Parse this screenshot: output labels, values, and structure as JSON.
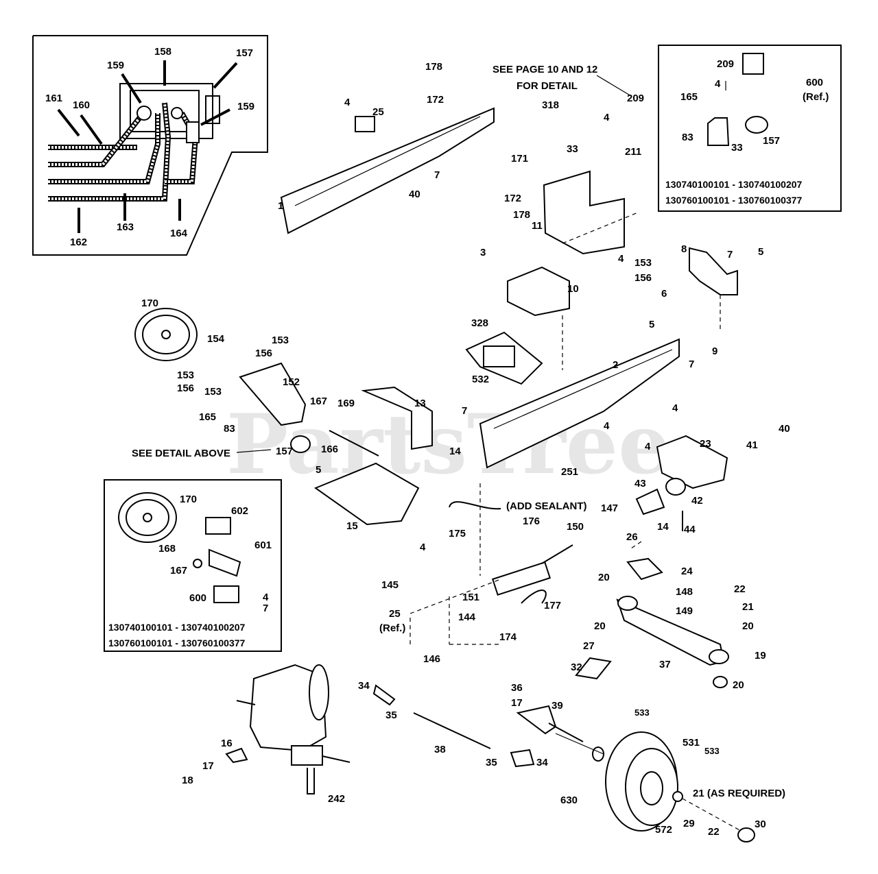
{
  "watermark": "PartsTree",
  "notes": {
    "see_page": "SEE PAGE 10 AND 12",
    "for_detail": "FOR DETAIL",
    "see_detail_above": "SEE DETAIL ABOVE",
    "add_sealant": "(ADD SEALANT)",
    "as_required": "21 (AS REQUIRED)",
    "ref_600_a": "600",
    "ref_600_b": "(Ref.)",
    "ref_25_a": "25",
    "ref_25_b": "(Ref.)"
  },
  "serials": {
    "top_right_1": "130740100101 - 130740100207",
    "top_right_2": "130760100101 - 130760100377",
    "left_1": "130740100101 - 130740100207",
    "left_2": "130760100101 - 130760100377"
  },
  "callouts": {
    "hydraulic_detail": [
      "161",
      "160",
      "159",
      "158",
      "157",
      "159",
      "163",
      "162",
      "164"
    ],
    "top_right_detail": [
      "209",
      "4",
      "165",
      "83",
      "33",
      "157"
    ],
    "steering_detail": [
      "170",
      "168",
      "167",
      "602",
      "601",
      "600",
      "4",
      "7"
    ],
    "frame": [
      "178",
      "172",
      "4",
      "25",
      "7",
      "171",
      "40",
      "1",
      "172",
      "178",
      "3",
      "318",
      "4",
      "33",
      "209",
      "211",
      "11",
      "4",
      "153",
      "156",
      "10",
      "8",
      "7",
      "5",
      "6",
      "9",
      "7",
      "5",
      "2",
      "4",
      "328",
      "532",
      "7",
      "4",
      "4",
      "251"
    ],
    "steering": [
      "170",
      "154",
      "153",
      "156",
      "152",
      "153",
      "156",
      "153",
      "165",
      "83",
      "167",
      "169",
      "166",
      "13",
      "14",
      "5",
      "15",
      "4",
      "157"
    ],
    "front_axle": [
      "23",
      "40",
      "41",
      "42",
      "43",
      "44",
      "175",
      "176",
      "147",
      "150",
      "14",
      "26",
      "24",
      "148",
      "149",
      "145",
      "151",
      "144",
      "174",
      "177",
      "25",
      "146",
      "20",
      "22",
      "21",
      "20",
      "20",
      "27",
      "19",
      "32",
      "37",
      "20"
    ],
    "transmission": [
      "242",
      "16",
      "17",
      "18",
      "34",
      "35",
      "38",
      "35",
      "34",
      "36",
      "17",
      "39",
      "533",
      "531",
      "533",
      "630",
      "572",
      "29",
      "22",
      "30"
    ]
  }
}
